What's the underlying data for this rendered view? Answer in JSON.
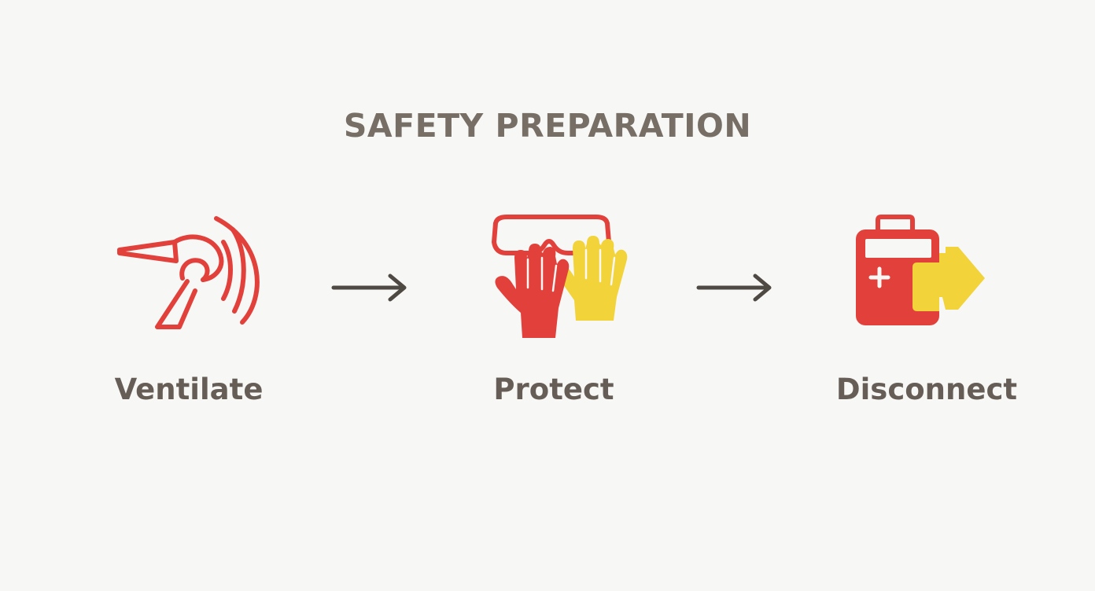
{
  "title": "SAFETY PREPARATION",
  "steps": [
    {
      "label": "Ventilate",
      "icon": "ventilation-fan-icon"
    },
    {
      "label": "Protect",
      "icon": "goggles-and-gloves-icon"
    },
    {
      "label": "Disconnect",
      "icon": "battery-disconnect-icon"
    }
  ],
  "colors": {
    "red": "#e2413b",
    "yellow": "#f2d33a",
    "text": "#665e56",
    "arrow": "#4f4943",
    "background": "#f7f7f6"
  }
}
